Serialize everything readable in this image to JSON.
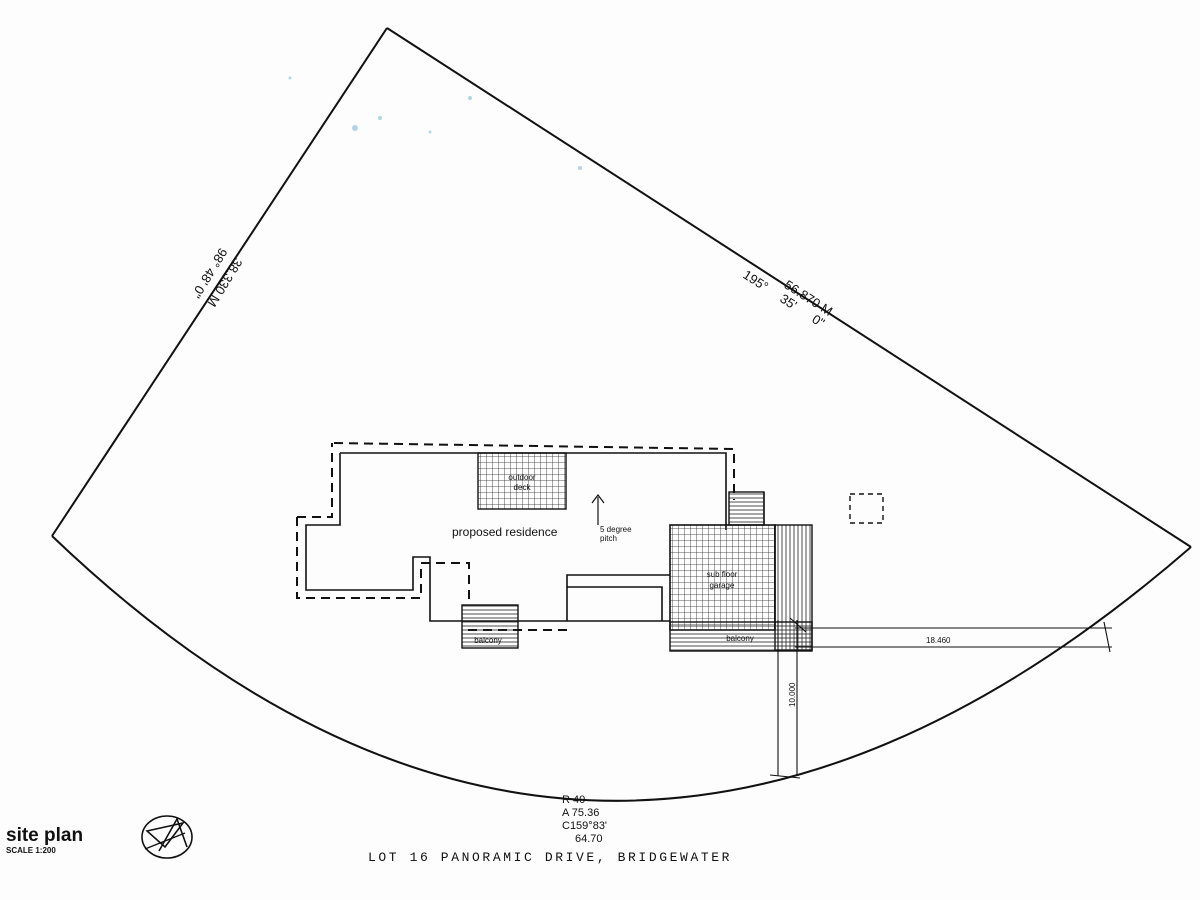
{
  "drawing": {
    "title": "site plan",
    "scale": "SCALE 1:200",
    "address": "LOT 16 PANORAMIC DRIVE, BRIDGEWATER"
  },
  "boundaries": {
    "left_length": "38.330 M",
    "left_bearing": "98° 48' 0\"",
    "top_length": "56.870 M",
    "top_bearing_deg": "195°",
    "top_bearing_min": "35'",
    "top_bearing_sec": "0\""
  },
  "curve": {
    "radius": "R 40",
    "arc": "A 75.36",
    "chord_bearing": "C159°83'",
    "chord_length": "64.70"
  },
  "setbacks": {
    "horizontal": "18.460",
    "vertical": "10.000"
  },
  "building": {
    "name": "proposed residence",
    "pitch_line1": "5 degree",
    "pitch_line2": "pitch",
    "deck_line1": "outdoor",
    "deck_line2": "deck",
    "garage_line1": "sub floor",
    "garage_line2": "garage",
    "balcony_left": "balcony",
    "balcony_right": "balcony"
  }
}
